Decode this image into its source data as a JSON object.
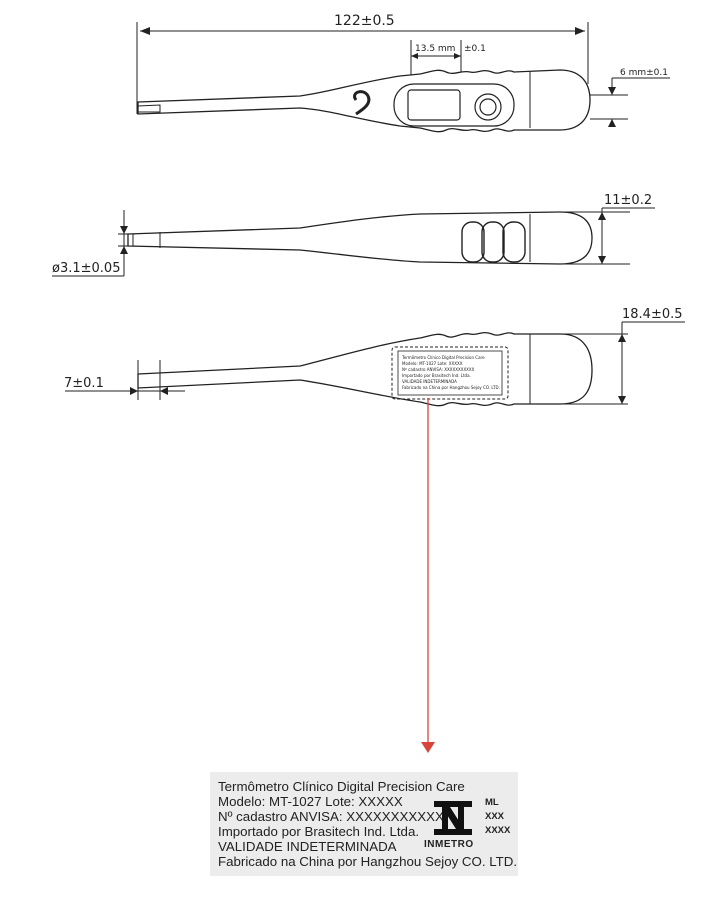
{
  "dimensions": {
    "length": "122±0.5",
    "display_width": "13.5 mm",
    "display_tol": "±0.1",
    "tip_height": "6 mm±0.1",
    "probe_diameter": "ø3.1±0.05",
    "thickness": "11±0.2",
    "probe_length": "7±0.1",
    "body_width": "18.4±0.5"
  },
  "small_label": {
    "lines": [
      "Termômetro Clínico Digital Precision Care",
      "Modelo: MT-1027   Lote: XXXXX",
      "Nº cadastro ANVISA: XXXXXXXXXXX",
      "Importado por Brasitech Ind. Ltda.",
      "VALIDADE INDETERMINADA",
      "Fabricado na China por Hangzhou Sejoy CO. LTD."
    ]
  },
  "label": {
    "line1": "Termômetro Clínico Digital Precision Care",
    "line2": "Modelo: MT-1027   Lote: XXXXX",
    "line3": "Nº cadastro ANVISA: XXXXXXXXXXX",
    "line4": "Importado por Brasitech Ind. Ltda.",
    "line5": "VALIDADE INDETERMINADA",
    "line6": "Fabricado na China por Hangzhou Sejoy CO. LTD.",
    "code1": "ML",
    "code2": "XXX",
    "code3": "XXXX",
    "mark": "INMETRO"
  },
  "colors": {
    "arrow": "#d9443a",
    "panel": "#ececec",
    "ink": "#222222"
  }
}
